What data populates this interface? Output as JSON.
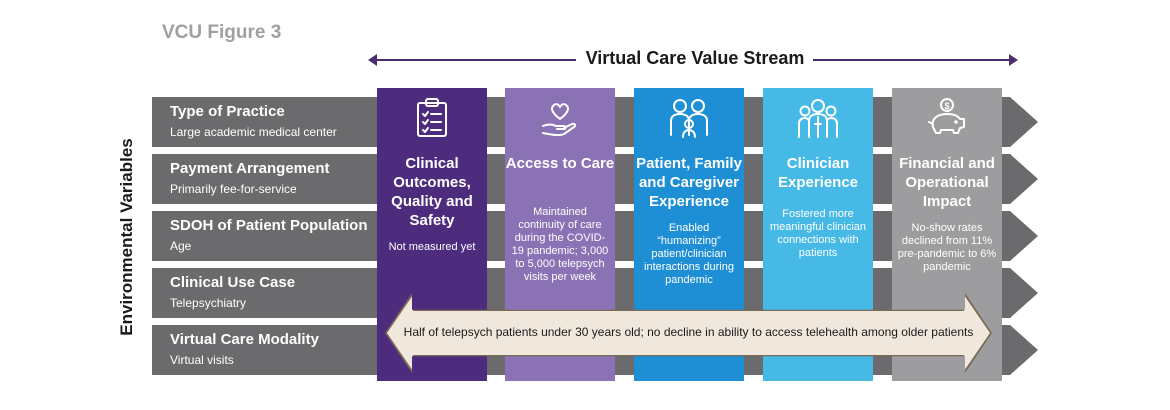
{
  "figure_label": "VCU Figure 3",
  "stream_title": "Virtual Care Value Stream",
  "env_label": "Environmental Variables",
  "rows": [
    {
      "title": "Type of Practice",
      "sub": "Large academic medical center"
    },
    {
      "title": "Payment Arrangement",
      "sub": "Primarily fee-for-service"
    },
    {
      "title": "SDOH of Patient Population",
      "sub": "Age"
    },
    {
      "title": "Clinical Use Case",
      "sub": "Telepsychiatry"
    },
    {
      "title": "Virtual Care Modality",
      "sub": "Virtual visits"
    }
  ],
  "columns": [
    {
      "title": "Clinical Outcomes, Quality and Safety",
      "desc": "Not measured yet",
      "icon": "clipboard-checklist-icon",
      "color": "#4d2c7d"
    },
    {
      "title": "Access to Care",
      "desc": "Maintained continuity of care during the COVID-19 pandemic; 3,000 to 5,000 telepsych visits per week",
      "icon": "heart-in-hand-icon",
      "color": "#8a72b5"
    },
    {
      "title": "Patient, Family and Caregiver Experience",
      "desc": "Enabled “humanizing” patient/clinician interactions during pandemic",
      "icon": "family-icon",
      "color": "#1f8fd5"
    },
    {
      "title": "Clinician Experience",
      "desc": "Fostered more meaningful clinician connections with patients",
      "icon": "clinicians-icon",
      "color": "#46b9e6"
    },
    {
      "title": "Financial and Operational Impact",
      "desc": "No-show rates declined from 11% pre-pandemic to 6% pandemic",
      "icon": "piggy-bank-icon",
      "color": "#9d9d9f"
    }
  ],
  "banner": "Half of telepsych patients under 30 years old; no decline in ability to access telehealth among older patients"
}
